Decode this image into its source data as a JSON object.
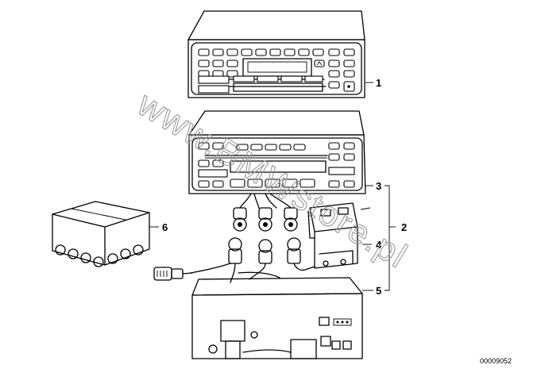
{
  "diagram": {
    "callouts": [
      {
        "id": "c1",
        "label": "1"
      },
      {
        "id": "c2",
        "label": "2"
      },
      {
        "id": "c3",
        "label": "3"
      },
      {
        "id": "c4",
        "label": "4"
      },
      {
        "id": "c5",
        "label": "5"
      },
      {
        "id": "c6",
        "label": "6"
      }
    ],
    "diagram_number": "00009052",
    "watermark": "www.BMWstore.pl"
  }
}
